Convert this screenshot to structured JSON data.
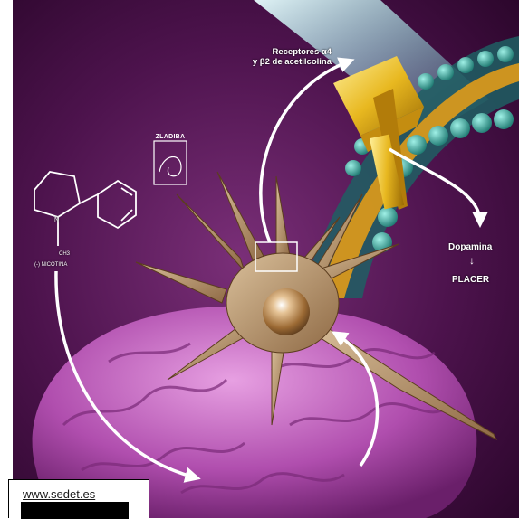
{
  "labels": {
    "receptor_line1": "Receptores α4",
    "receptor_line2": "y β2 de acetilcolina",
    "dopamina": "Dopamina",
    "arrow": "↓",
    "placer": "PLACER",
    "nicotina": "(-) NICOTINA",
    "ch3": "CH3",
    "n_atom": "N"
  },
  "logo": {
    "text": "ZLADIBA"
  },
  "footer": {
    "url": "www.sedet.es"
  },
  "icons": [
    "nicotine-molecule-icon",
    "ion-channel-receptor-icon",
    "neuron-icon",
    "brain-icon",
    "logo-emblem-icon"
  ],
  "colors": {
    "background_purple": "#4a0f4a",
    "brain_pink": "#c45cc0",
    "neuron_tan": "#b8956a",
    "receptor_yellow": "#e8b820",
    "membrane_teal": "#3aa8a0",
    "light_beam": "#a8f0f0"
  }
}
